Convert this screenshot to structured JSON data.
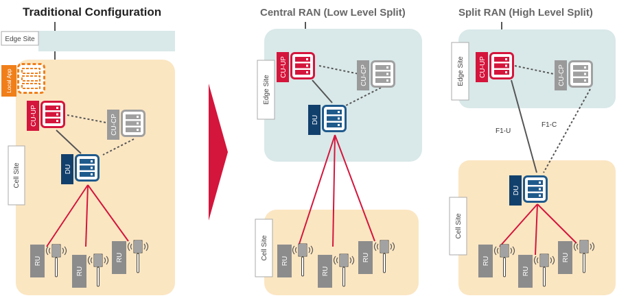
{
  "titles": {
    "traditional": "Traditional Configuration",
    "central": "Central RAN (Low Level Split)",
    "split": "Split RAN (High Level Split)"
  },
  "labels": {
    "edge_site": "Edge Site",
    "cell_site": "Cell Site",
    "local_app": "Local App",
    "cu_up": "CU-UP",
    "cu_cp": "CU-CP",
    "du": "DU",
    "ru": "RU",
    "f1u": "F1-U",
    "f1c": "F1-C"
  },
  "colors": {
    "cell_bg": "#fbe6c2",
    "edge_bg": "#d9e8e8",
    "cu_up": "#d4153c",
    "cu_cp": "#9a9a9a",
    "du": "#1f5a8c",
    "du_tag": "#12406d",
    "local_app": "#f07f1a",
    "ru": "#8c8c8c",
    "fronthaul": "#d4153c",
    "arrow": "#d4153c"
  }
}
